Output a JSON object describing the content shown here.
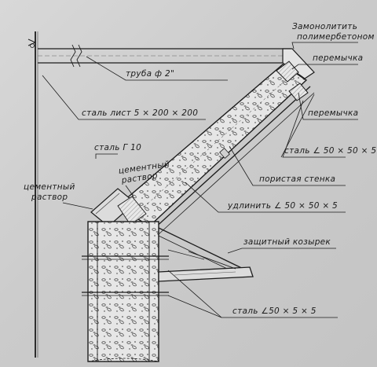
{
  "labels": {
    "monolith_line1": "Замонолитить",
    "monolith_line2": "полимербетоном",
    "lintel_top": "перемычка",
    "lintel_mid": "перемычка",
    "pipe": "труба  ф 2\"",
    "steel_sheet": "сталь  лист  5 × 200 × 200",
    "steel_angle_upper": "сталь  ∠ 50 × 50 × 5",
    "porous_wall": "пористая  стенка",
    "steel_channel": "сталь  Г 10",
    "cement_mortar_upper_1": "цементный",
    "cement_mortar_upper_2": "раствор",
    "cement_mortar_left_1": "цементный",
    "cement_mortar_left_2": "раствор",
    "extend_angle": "удлинить  ∠ 50 × 50 × 5",
    "protective_visor": "защитный  козырек",
    "steel_angle_lower": "сталь ∠50 × 5 × 5"
  },
  "colors": {
    "paper": "#d2d2d2",
    "ink": "#1c1c1c",
    "concrete": "#e4e4e4"
  }
}
